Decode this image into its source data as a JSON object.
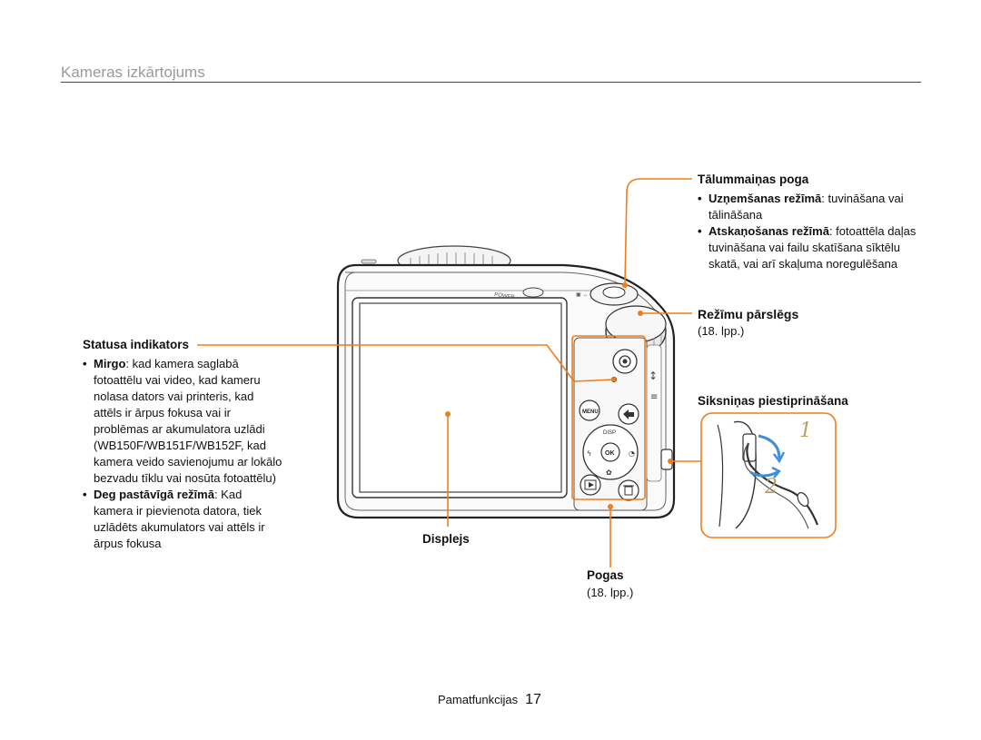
{
  "header": {
    "section_title": "Kameras izkārtojums"
  },
  "status_indicator": {
    "title": "Statusa indikators",
    "items": [
      {
        "term": "Mirgo",
        "text": ": kad kamera saglabā fotoattēlu vai video, kad kameru nolasa dators vai printeris, kad attēls ir ārpus fokusa vai ir problēmas ar akumulatora uzlādi (WB150F/WB151F/WB152F, kad kamera veido savienojumu ar lokālo bezvadu tīklu vai nosūta fotoattēlu)"
      },
      {
        "term": "Deg pastāvīgā režīmā",
        "text": ": Kad kamera ir pievienota datora, tiek uzlādēts akumulators vai attēls ir ārpus fokusa"
      }
    ]
  },
  "zoom_button": {
    "title": "Tālummaiņas poga",
    "items": [
      {
        "term": "Uzņemšanas režīmā",
        "text": ": tuvināšana vai tālināšana"
      },
      {
        "term": "Atskaņošanas režīmā",
        "text": ": fotoattēla daļas tuvināšana vai failu skatīšana sīktēlu skatā, vai arī skaļuma noregulēšana"
      }
    ]
  },
  "mode_dial": {
    "title": "Režīmu pārslēgs",
    "ref": "(18. lpp.)"
  },
  "strap": {
    "title": "Siksniņas piestiprināšana",
    "step1": "1",
    "step2": "2"
  },
  "display": {
    "title": "Displejs"
  },
  "buttons": {
    "title": "Pogas",
    "ref": "(18. lpp.)"
  },
  "camera": {
    "power_label": "POWER",
    "menu_label": "MENU",
    "disp_label": "DISP",
    "ok_label": "OK"
  },
  "footer": {
    "chapter": "Pamatfunkcijas",
    "page": "17"
  },
  "colors": {
    "accent": "#f07d1a",
    "arrow_blue": "#3d8fd6",
    "step_number": "#b7a06a"
  },
  "icons": [
    "record-icon",
    "menu-icon",
    "back-icon",
    "playback-icon",
    "delete-icon",
    "flash-icon",
    "timer-icon",
    "macro-icon",
    "zoom-lever-icon"
  ]
}
